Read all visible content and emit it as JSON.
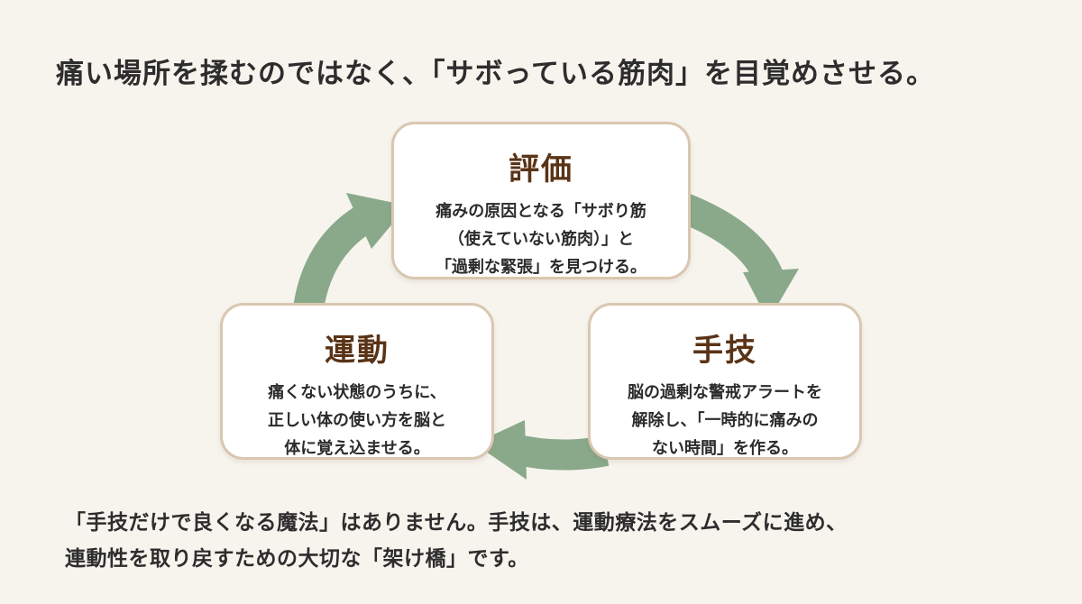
{
  "headline": "痛い場所を揉むのではなく、「サボっている筋肉」を目覚めさせる。",
  "cycle": {
    "evaluation": {
      "title": "評価",
      "lines": [
        "痛みの原因となる「サボり筋",
        "（使えていない筋肉）」と",
        "「過剰な緊張」を見つける。"
      ]
    },
    "manual_therapy": {
      "title": "手技",
      "lines": [
        "脳の過剰な警戒アラートを",
        "解除し、「一時的に痛みの",
        "ない時間」を作る。"
      ]
    },
    "exercise": {
      "title": "運動",
      "lines": [
        "痛くない状態のうちに、",
        "正しい体の使い方を脳と",
        "体に覚え込ませる。"
      ]
    }
  },
  "footer": {
    "lines": [
      "「手技だけで良くなる魔法」はありません。手技は、運動療法をスムーズに進め、",
      "連動性を取り戻すための大切な「架け橋」です。"
    ]
  },
  "colors": {
    "arrow": "#8aa98a",
    "card_border": "#d9c7b0",
    "title": "#5a3316",
    "background": "#f7f4ee"
  }
}
